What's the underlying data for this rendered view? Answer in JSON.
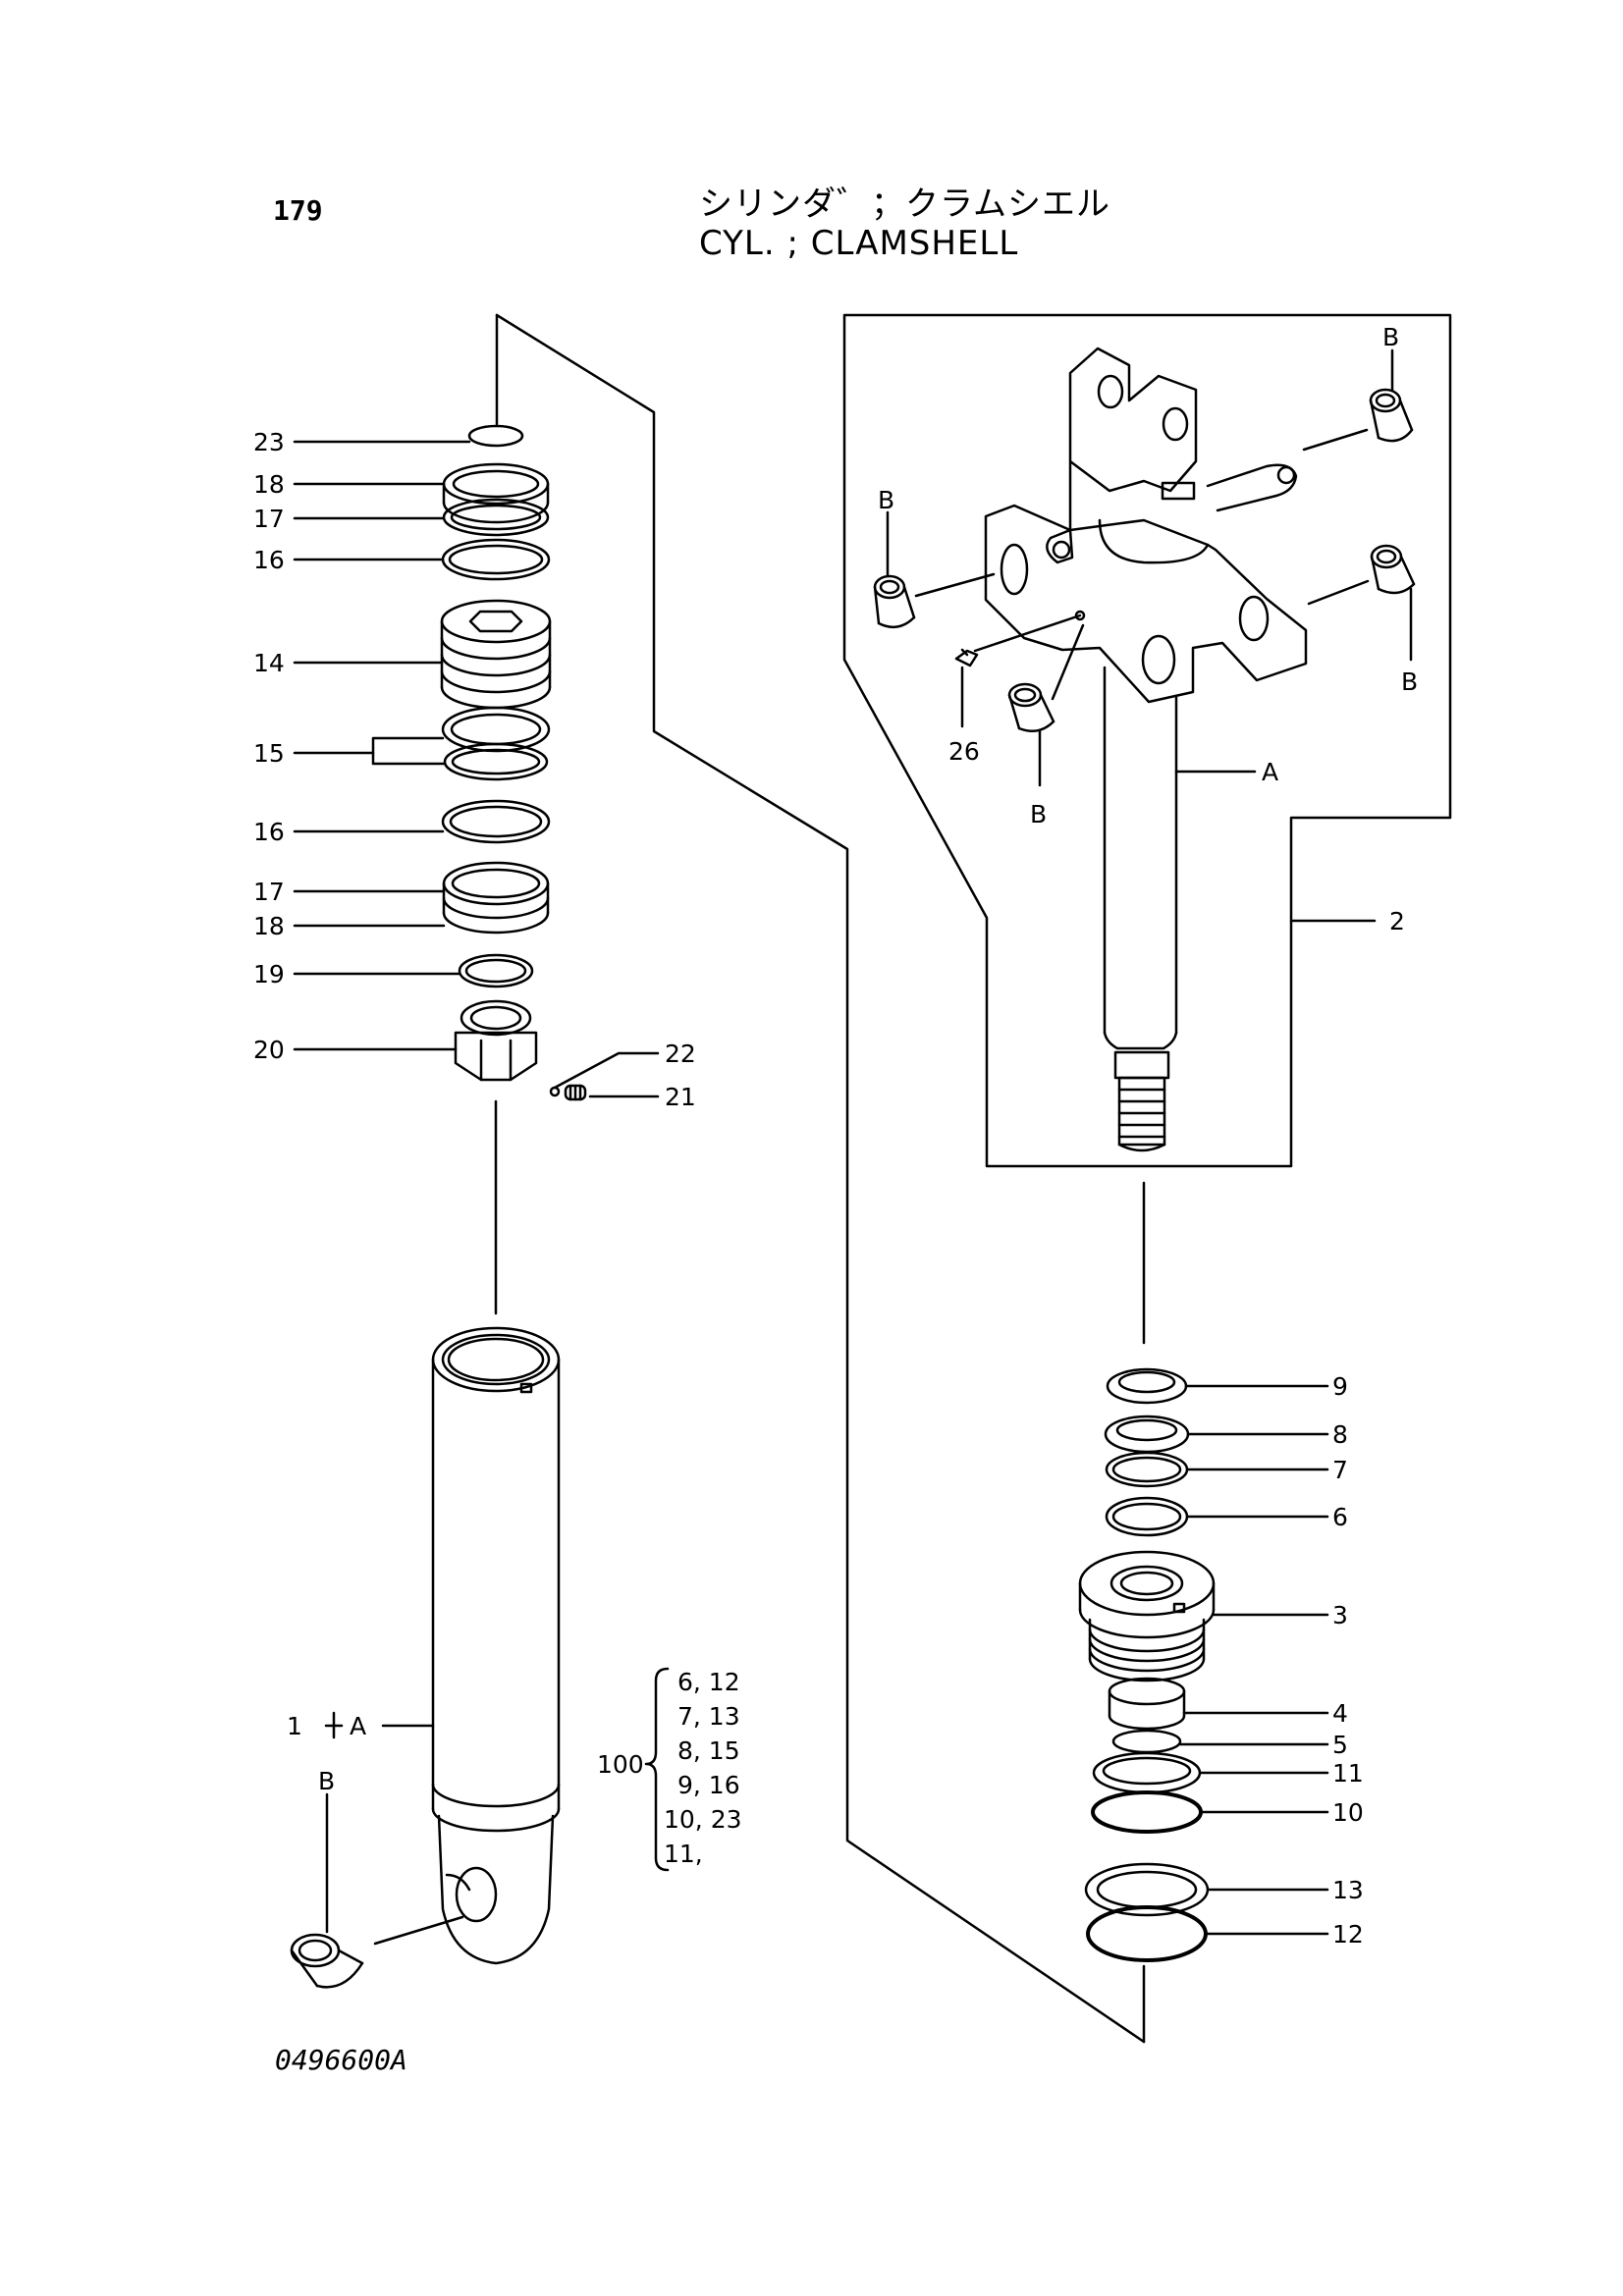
{
  "header": {
    "page_number": "179",
    "title_jp": "シリンダ゛；クラムシエル",
    "title_en": "CYL. ; CLAMSHELL"
  },
  "footer": {
    "drawing_code": "0496600A"
  },
  "callouts": {
    "c23": "23",
    "c18a": "18",
    "c17a": "17",
    "c16a": "16",
    "c14": "14",
    "c15": "15",
    "c16b": "16",
    "c17b": "17",
    "c18b": "18",
    "c19": "19",
    "c20": "20",
    "c22": "22",
    "c21": "21",
    "c1": "1",
    "cA1": "A",
    "cB1": "B",
    "cB_tr": "B",
    "cB_l": "B",
    "cB_r": "B",
    "cB_b": "B",
    "c26": "26",
    "cA2": "A",
    "c2": "2",
    "c9": "9",
    "c8": "8",
    "c7": "7",
    "c6": "6",
    "c3": "3",
    "c4": "4",
    "c5": "5",
    "c11": "11",
    "c10": "10",
    "c13": "13",
    "c12": "12"
  },
  "kit": {
    "number": "100",
    "items": [
      "6, 12",
      "7, 13",
      "8, 15",
      "9, 16",
      "10, 23",
      "11,"
    ]
  }
}
